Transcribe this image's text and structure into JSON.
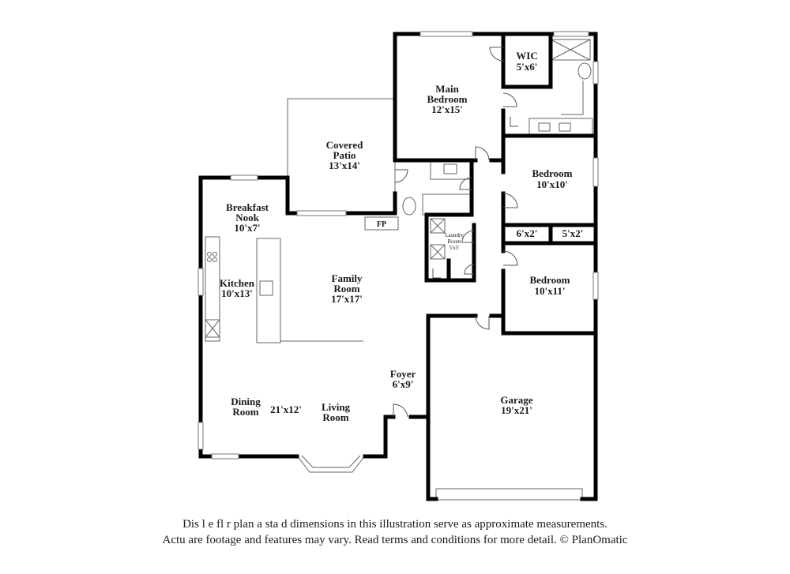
{
  "rooms": {
    "wic": {
      "name": "WIC",
      "dims": "5'x6'"
    },
    "main_bedroom": {
      "name_1": "Main",
      "name_2": "Bedroom",
      "dims": "12'x15'"
    },
    "covered_patio": {
      "name_1": "Covered",
      "name_2": "Patio",
      "dims": "13'x14'"
    },
    "bedroom_a": {
      "name": "Bedroom",
      "dims": "10'x10'"
    },
    "breakfast_nook": {
      "name_1": "Breakfast",
      "name_2": "Nook",
      "dims": "10'x7'"
    },
    "fireplace": {
      "label": "FP"
    },
    "laundry_room": {
      "name_1": "Laundry",
      "name_2": "Room",
      "dims": "5'x5'"
    },
    "closet_a": {
      "dims": "6'x2'"
    },
    "closet_b": {
      "dims": "5'x2'"
    },
    "bedroom_b": {
      "name": "Bedroom",
      "dims": "10'x11'"
    },
    "kitchen": {
      "name": "Kitchen",
      "dims": "10'x13'"
    },
    "family_room": {
      "name_1": "Family",
      "name_2": "Room",
      "dims": "17'x17'"
    },
    "foyer": {
      "name": "Foyer",
      "dims": "6'x9'"
    },
    "garage": {
      "name": "Garage",
      "dims": "19'x21'"
    },
    "dining_room": {
      "name_1": "Dining",
      "name_2": "Room"
    },
    "dining_living_dims": "21'x12'",
    "living_room": {
      "name_1": "Living",
      "name_2": "Room"
    }
  },
  "disclaimer": {
    "line_1": "Dis        l e fl   r plan a   sta   d dimensions in this illustration serve as approximate measurements.",
    "line_2": "Actu      are footage and features may vary. Read terms and conditions for more detail. © PlanOmatic"
  }
}
